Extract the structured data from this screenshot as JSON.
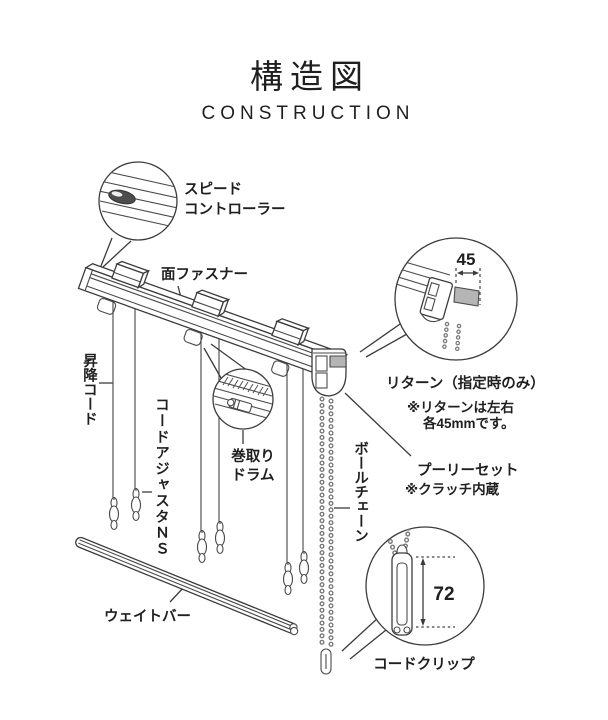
{
  "header": {
    "title": "構造図",
    "subtitle": "CONSTRUCTION"
  },
  "labels": {
    "speed_controller_line1": "スピード",
    "speed_controller_line2": "コントローラー",
    "velcro": "面ファスナー",
    "lifting_cord": "昇降コード",
    "cord_adjuster": "コードアジャスタＮＳ",
    "winding_drum_line1": "巻取り",
    "winding_drum_line2": "ドラム",
    "return_label": "リターン（指定時のみ）",
    "return_note_line1": "※リターンは左右",
    "return_note_line2": "各45mmです。",
    "pulley_set": "プーリーセット",
    "pulley_note": "※クラッチ内蔵",
    "ball_chain": "ボールチェーン",
    "weight_bar": "ウェイトバー",
    "cord_clip": "コードクリップ"
  },
  "dimensions": {
    "return_mm": "45",
    "clip_mm": "72"
  },
  "colors": {
    "background": "#ffffff",
    "line": "#3b3b3b",
    "text": "#1f1f1f",
    "accent_gray": "#b5b5b5",
    "knob_dark": "#4d4d4d",
    "chain_gray": "#777777"
  }
}
